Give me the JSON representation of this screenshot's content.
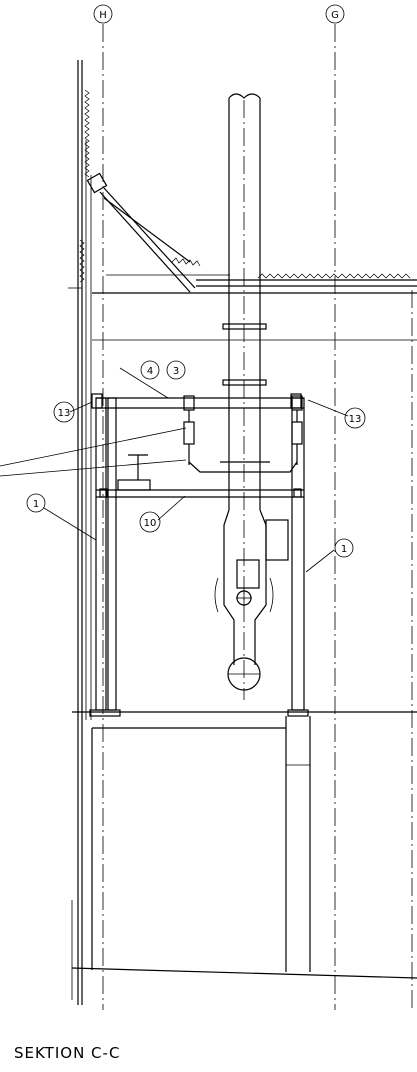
{
  "grid": {
    "left": "H",
    "right": "G"
  },
  "labels": {
    "l1a": "1",
    "l1b": "1",
    "l3": "3",
    "l4": "4",
    "l10": "10",
    "l13a": "13",
    "l13b": "13"
  },
  "title": "SEKTION C-C"
}
